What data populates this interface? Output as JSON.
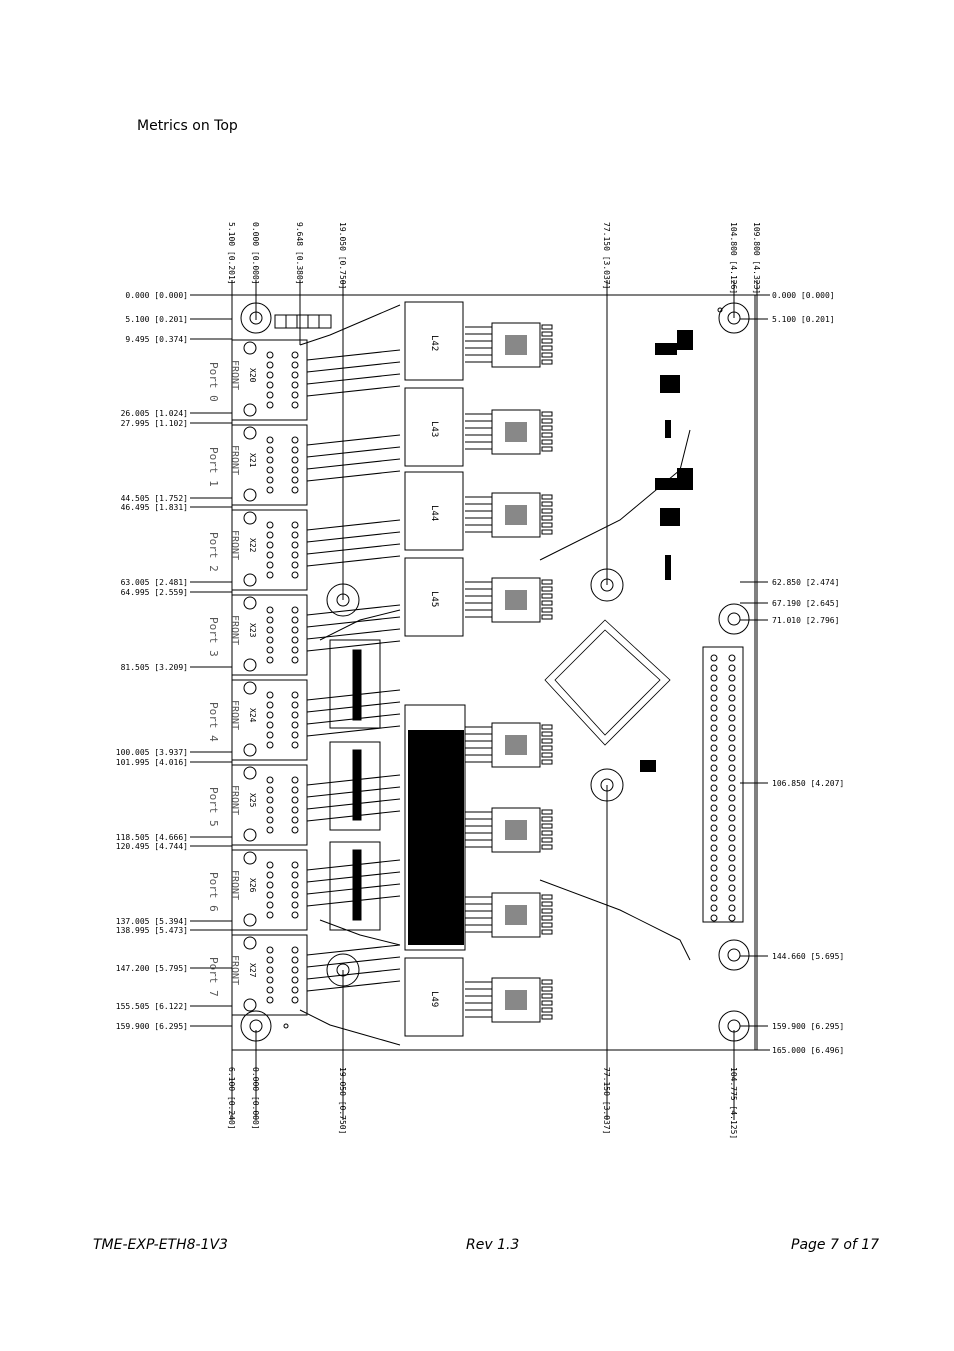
{
  "section_title": "Metrics on Top",
  "footer": {
    "doc_id": "TME-EXP-ETH8-1V3",
    "revision": "Rev 1.3",
    "page": "Page 7 of 17"
  },
  "drawing": {
    "left_dimensions": [
      "0.000 [0.000]",
      "5.100 [0.201]",
      "9.495 [0.374]",
      "26.005 [1.024]",
      "27.995 [1.102]",
      "44.505 [1.752]",
      "46.495 [1.831]",
      "63.005 [2.481]",
      "64.995 [2.559]",
      "81.505 [3.209]",
      "100.005 [3.937]",
      "101.995 [4.016]",
      "118.505 [4.666]",
      "120.495 [4.744]",
      "137.005 [5.394]",
      "138.995 [5.473]",
      "147.200 [5.795]",
      "155.505 [6.122]",
      "159.900 [6.295]"
    ],
    "right_dimensions": [
      "0.000 [0.000]",
      "5.100 [0.201]",
      "62.850 [2.474]",
      "67.190 [2.645]",
      "71.010 [2.796]",
      "106.850 [4.207]",
      "144.660 [5.695]",
      "159.900 [6.295]",
      "165.000 [6.496]"
    ],
    "top_dimensions": [
      "5.100 [0.201]",
      "0.000 [0.000]",
      "9.648 [0.380]",
      "19.050 [0.750]",
      "77.150 [3.037]",
      "104.800 [4.126]",
      "109.800 [4.323]"
    ],
    "bottom_dimensions": [
      "6.100 [0.240]",
      "0.000 [0.000]",
      "19.050 [0.750]",
      "77.150 [3.037]",
      "104.775 [4.125]"
    ],
    "ports": [
      "Port 0",
      "Port 1",
      "Port 2",
      "Port 3",
      "Port 4",
      "Port 5",
      "Port 6",
      "Port 7"
    ],
    "port_connector_label": "FRONT",
    "connectors": [
      "X20",
      "X21",
      "X22",
      "X23",
      "X24",
      "X25",
      "X26",
      "X27"
    ],
    "transformers": [
      "L42",
      "L43",
      "L44",
      "L45",
      "L49"
    ]
  }
}
